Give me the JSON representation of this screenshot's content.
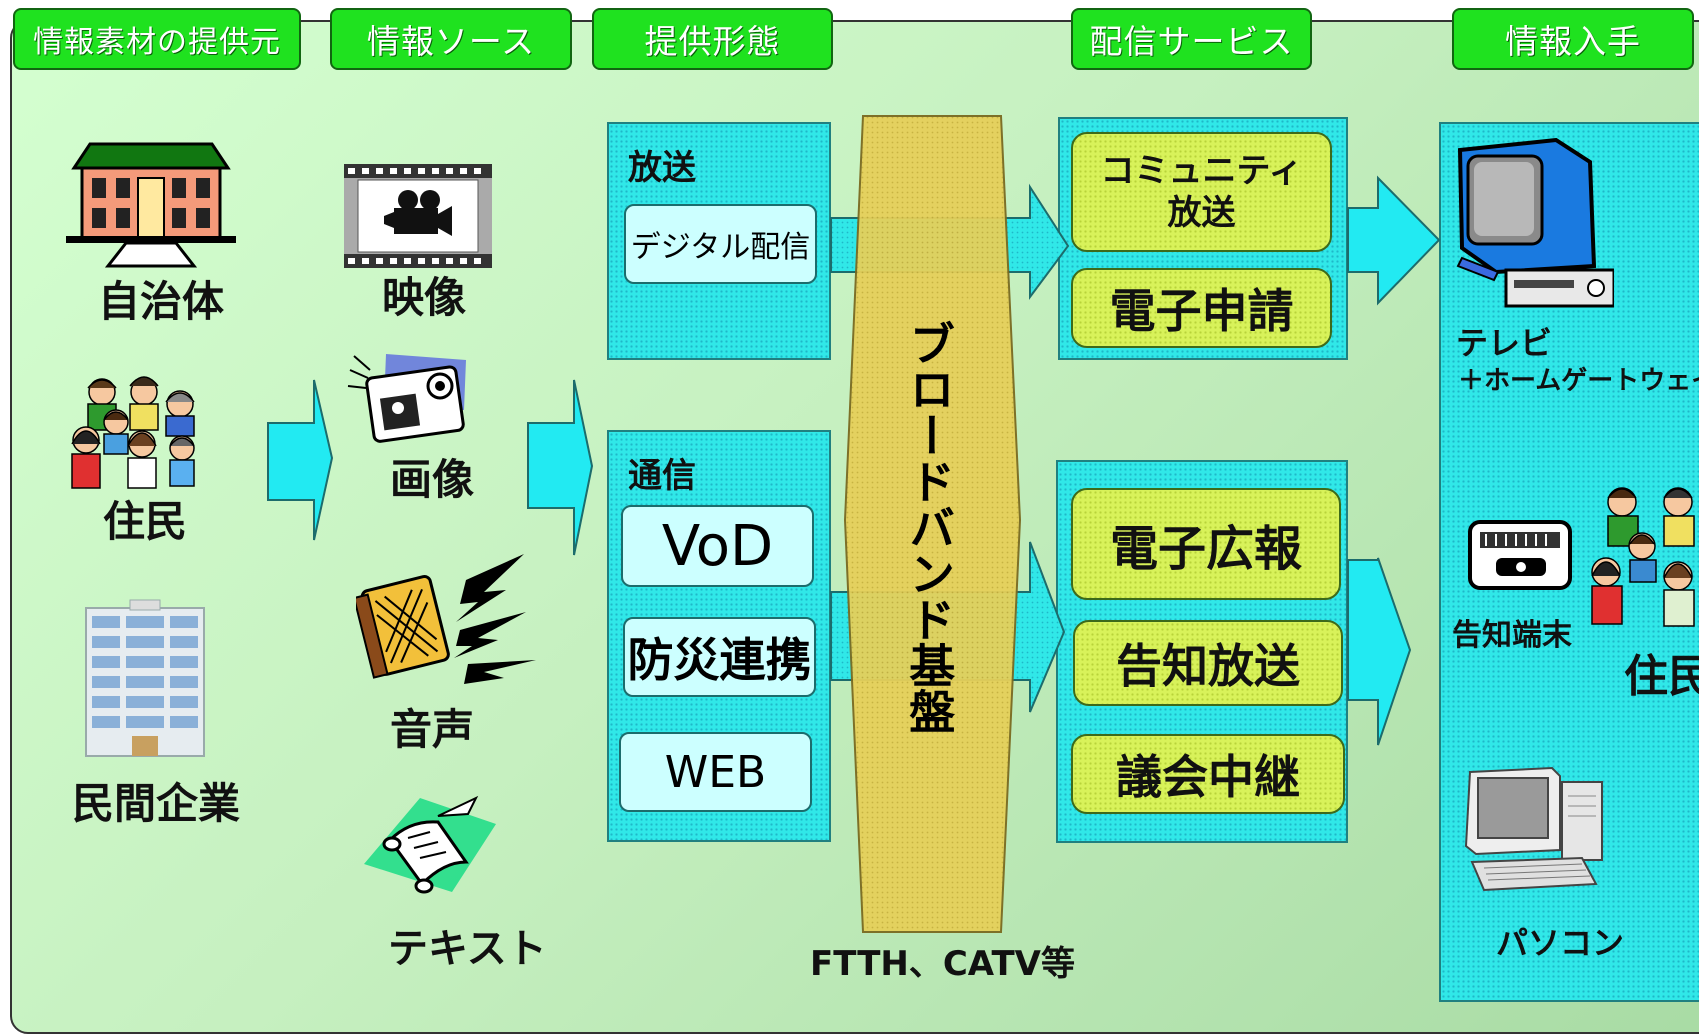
{
  "headers": {
    "provider": "情報素材の提供元",
    "source": "情報ソース",
    "form": "提供形態",
    "service": "配信サービス",
    "receive": "情報入手"
  },
  "providers": {
    "municipality": "自治体",
    "residents": "住民",
    "companies": "民間企業"
  },
  "sources": {
    "video": "映像",
    "image": "画像",
    "audio": "音声",
    "text": "テキスト"
  },
  "broadcast": {
    "title": "放送",
    "digital": "デジタル配信"
  },
  "communication": {
    "title": "通信",
    "vod": "VoD",
    "disaster": "防災連携",
    "web": "WEB"
  },
  "broadband": {
    "label": "ブロードバンド基盤",
    "caption": "FTTH、CATV等"
  },
  "services": {
    "community_line1": "コミュニティ",
    "community_line2": "放送",
    "e_application": "電子申請",
    "e_publicity": "電子広報",
    "notice_broadcast": "告知放送",
    "assembly_relay": "議会中継"
  },
  "receivers": {
    "tv_line1": "テレビ",
    "tv_line2": "＋ホームゲートウェイ",
    "notice_terminal": "告知端末",
    "residents": "住民",
    "pc": "パソコン"
  },
  "colors": {
    "header_green": "#1fe21f",
    "cyan_fill": "#30e8e8",
    "yellow_box": "#d8f25a",
    "band_yellow": "#e8d25a",
    "arrow_cyan": "#22eaf2"
  }
}
